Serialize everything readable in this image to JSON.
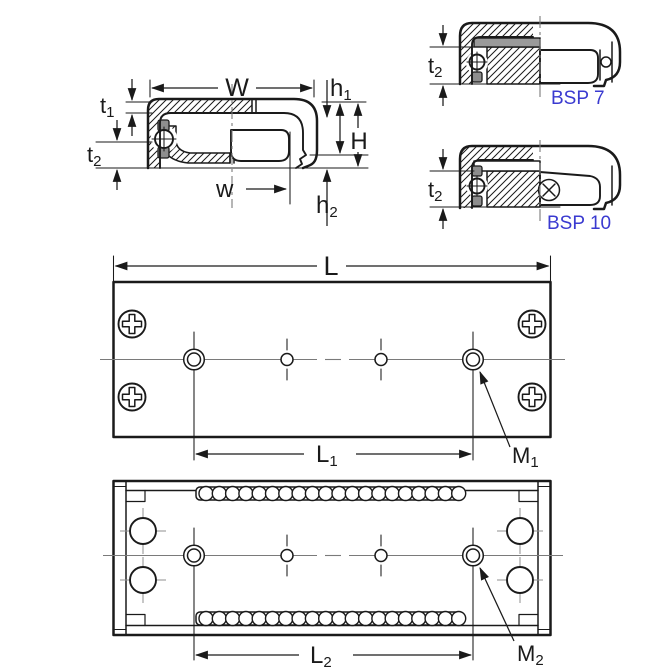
{
  "colors": {
    "line": "#1a1a1a",
    "variant_label_blue": "#3a3ad0",
    "centerline_gray": "#7a7a7a",
    "retainer_gray": "#8e8e8e"
  },
  "labels": {
    "W": {
      "base": "W",
      "sub": ""
    },
    "w": {
      "base": "w",
      "sub": ""
    },
    "t1": {
      "base": "t",
      "sub": "1"
    },
    "t2": {
      "base": "t",
      "sub": "2"
    },
    "h1": {
      "base": "h",
      "sub": "1"
    },
    "h2": {
      "base": "h",
      "sub": "2"
    },
    "H": {
      "base": "H",
      "sub": ""
    },
    "L": {
      "base": "L",
      "sub": ""
    },
    "L1": {
      "base": "L",
      "sub": "1"
    },
    "L2": {
      "base": "L",
      "sub": "2"
    },
    "M1": {
      "base": "M",
      "sub": "1"
    },
    "M2": {
      "base": "M",
      "sub": "2"
    }
  },
  "variants": {
    "bsp7": {
      "label": "BSP 7"
    },
    "bsp10": {
      "label": "BSP 10"
    }
  }
}
